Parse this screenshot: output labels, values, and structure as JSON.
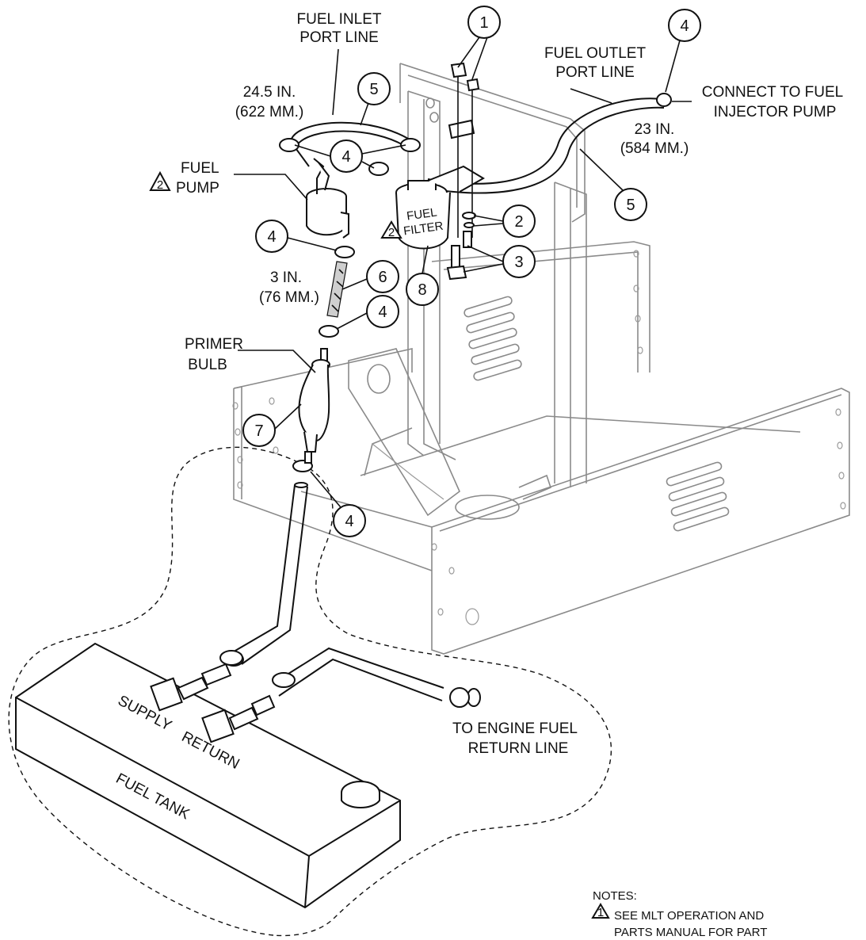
{
  "labels": {
    "fuel_inlet_line_1": "FUEL INLET",
    "fuel_inlet_line_2": "PORT LINE",
    "fuel_outlet_line_1": "FUEL OUTLET",
    "fuel_outlet_line_2": "PORT LINE",
    "connect_line_1": "CONNECT TO FUEL",
    "connect_line_2": "INJECTOR PUMP",
    "len_inlet_in": "24.5 IN.",
    "len_inlet_mm": "(622 MM.)",
    "len_outlet_in": "23 IN.",
    "len_outlet_mm": "(584 MM.)",
    "len_short_in": "3 IN.",
    "len_short_mm": "(76 MM.)",
    "fuel_pump_1": "FUEL",
    "fuel_pump_2": "PUMP",
    "fuel_filter_1": "FUEL",
    "fuel_filter_2": "FILTER",
    "primer_1": "PRIMER",
    "primer_2": "BULB",
    "supply": "SUPPLY",
    "return": "RETURN",
    "fuel_tank": "FUEL TANK",
    "engine_return_1": "TO ENGINE FUEL",
    "engine_return_2": "RETURN LINE"
  },
  "note_markers": {
    "pump": "2",
    "filter": "2",
    "note1": "1"
  },
  "callouts": {
    "c1": "1",
    "c2": "2",
    "c3": "3",
    "c4a": "4",
    "c4b": "4",
    "c4c": "4",
    "c4d": "4",
    "c4e": "4",
    "c5a": "5",
    "c5b": "5",
    "c6": "6",
    "c7": "7",
    "c8": "8"
  },
  "notes": {
    "heading": "NOTES:",
    "note1_line1": "SEE MLT OPERATION AND",
    "note1_line2": "PARTS MANUAL FOR PART"
  }
}
